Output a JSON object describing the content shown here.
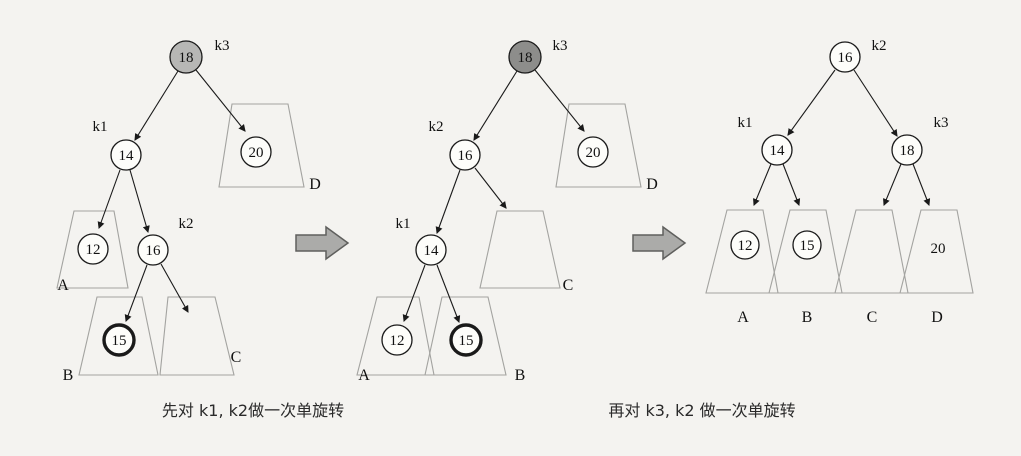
{
  "diagram": {
    "title": "AVL double rotation figure",
    "panels": [
      {
        "id": "initial-tree",
        "nodes": {
          "root": {
            "value": "18",
            "key": "k3"
          },
          "n14": {
            "value": "14",
            "key": "k1"
          },
          "n16": {
            "value": "16",
            "key": "k2"
          },
          "n12": {
            "value": "12"
          },
          "n15": {
            "value": "15"
          },
          "n20": {
            "value": "20"
          }
        },
        "subtree_labels": [
          "A",
          "B",
          "C",
          "D"
        ]
      },
      {
        "id": "after-first-rotation",
        "nodes": {
          "root": {
            "value": "18",
            "key": "k3"
          },
          "n16": {
            "value": "16",
            "key": "k2"
          },
          "n14": {
            "value": "14",
            "key": "k1"
          },
          "n12": {
            "value": "12"
          },
          "n15": {
            "value": "15"
          },
          "n20": {
            "value": "20"
          }
        },
        "subtree_labels": [
          "A",
          "B",
          "C",
          "D"
        ]
      },
      {
        "id": "after-second-rotation",
        "nodes": {
          "root": {
            "value": "16",
            "key": "k2"
          },
          "n14": {
            "value": "14",
            "key": "k1"
          },
          "n18": {
            "value": "18",
            "key": "k3"
          },
          "n12": {
            "value": "12"
          },
          "n15": {
            "value": "15"
          },
          "n20": {
            "value": "20"
          }
        },
        "subtree_labels": [
          "A",
          "B",
          "C",
          "D"
        ]
      }
    ],
    "captions": [
      "先对 k1, k2做一次单旋转",
      "再对 k3, k2 做一次单旋转"
    ]
  }
}
